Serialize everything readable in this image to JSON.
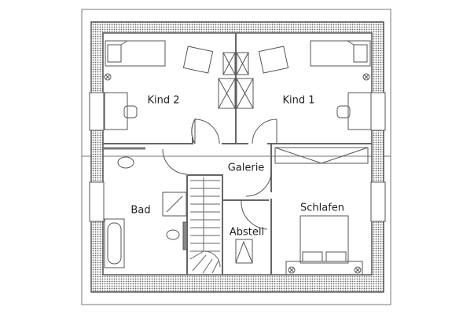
{
  "rooms": {
    "kind2": "Kind 2",
    "kind1": "Kind 1",
    "galerie": "Galerie",
    "bad": "Bad",
    "schlafen": "Schlafen",
    "abstell": "Abstell"
  },
  "colors": {
    "line": "#555555",
    "wall_fill": "#8a8a8a"
  }
}
